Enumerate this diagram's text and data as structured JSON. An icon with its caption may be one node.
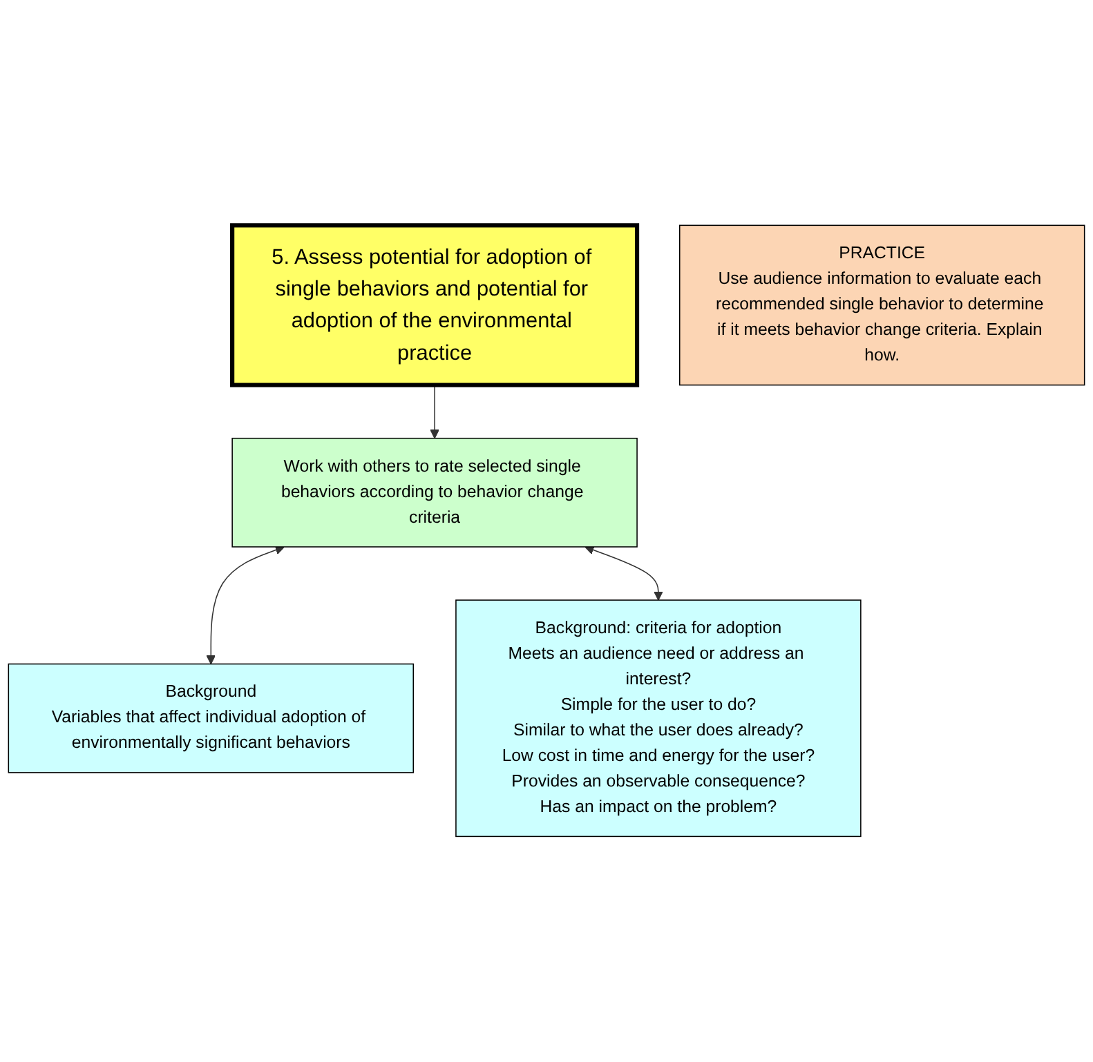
{
  "diagram": {
    "nodes": [
      {
        "text": [
          "5. Assess potential for adoption of single behaviors and potential for adoption of the environmental practice"
        ]
      },
      {
        "text": [
          "Work with others to rate selected single behaviors according to behavior change criteria"
        ]
      },
      {
        "text": [
          "Background",
          "Variables that affect individual adoption of environmentally significant behaviors"
        ]
      },
      {
        "text": [
          "Background: criteria for adoption",
          "Meets an audience need or address an interest?",
          "Simple for the user to do?",
          "Similar to what the user does already?",
          "Low cost in time and energy for the user?",
          "Provides an observable consequence?",
          "Has an impact on the problem?"
        ]
      },
      {
        "text": [
          "PRACTICE",
          "Use audience information to evaluate each recommended single behavior to determine if it meets behavior change criteria. Explain how."
        ]
      }
    ],
    "edges": [
      {
        "from": 0,
        "to": 1,
        "arrow": "to"
      },
      {
        "from": 1,
        "to": 2,
        "arrow": "both"
      },
      {
        "from": 1,
        "to": 3,
        "arrow": "both"
      }
    ]
  }
}
